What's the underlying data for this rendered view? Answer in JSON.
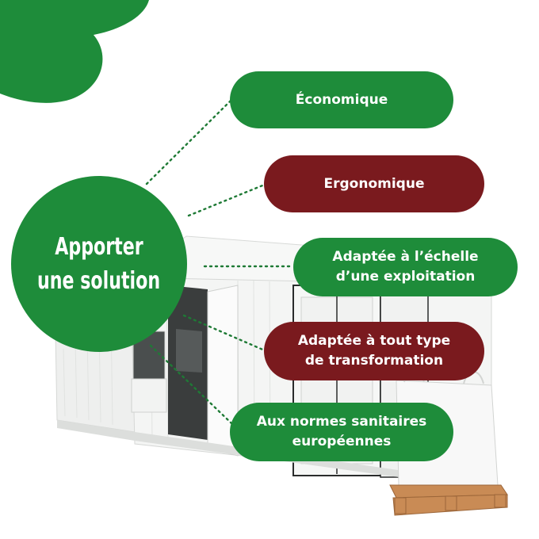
{
  "colors": {
    "green": "#1e8c3a",
    "red": "#7a1a1e",
    "container": "#f2f3f2",
    "pallet": "#c98b55"
  },
  "headline": {
    "line1": "Apporter",
    "line2": "une solution"
  },
  "benefits": [
    {
      "line1": "Économique",
      "line2": "",
      "color": "green"
    },
    {
      "line1": "Ergonomique",
      "line2": "",
      "color": "red"
    },
    {
      "line1": "Adaptée à l’échelle",
      "line2": "d’une exploitation",
      "color": "green"
    },
    {
      "line1": "Adaptée à tout type",
      "line2": "de transformation",
      "color": "red"
    },
    {
      "line1": "Aux normes sanitaires",
      "line2": "européennes",
      "color": "green"
    }
  ]
}
